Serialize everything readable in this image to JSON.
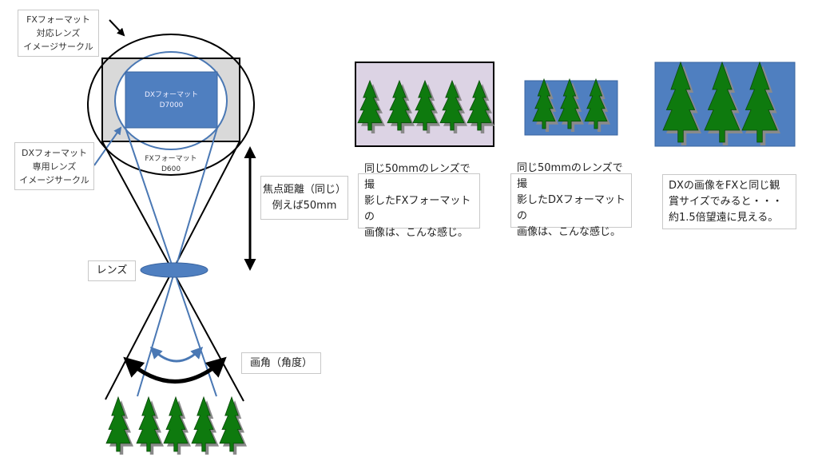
{
  "labels": {
    "fx_circle": [
      "FXフォーマット",
      "対応レンズ",
      "イメージサークル"
    ],
    "dx_circle": [
      "DXフォーマット",
      "専用レンズ",
      "イメージサークル"
    ],
    "dx_sensor": [
      "DXフォーマット",
      "D7000"
    ],
    "fx_sensor": [
      "FXフォーマット",
      "D600"
    ],
    "focal_length": [
      "焦点距離（同じ）",
      "例えば50mm"
    ],
    "lens": "レンズ",
    "angle_of_view": "画角（角度）"
  },
  "captions": [
    [
      "同じ50mmのレンズで撮",
      "影したFXフォーマットの",
      "画像は、こんな感じ。"
    ],
    [
      "同じ50mmのレンズで撮",
      "影したDXフォーマットの",
      "画像は、こんな感じ。"
    ],
    [
      "DXの画像をFXと同じ観",
      "賞サイズでみると・・・",
      "約1.5倍望遠に見える。"
    ]
  ],
  "colors": {
    "blue": "#4f7fc0",
    "line_blue": "#4a78b4",
    "tree": "#0e7a0e",
    "shadow": "#8a8a8a",
    "gray_sensor": "#d9d9d9",
    "fx_image_bg": "#dcd3e4"
  }
}
